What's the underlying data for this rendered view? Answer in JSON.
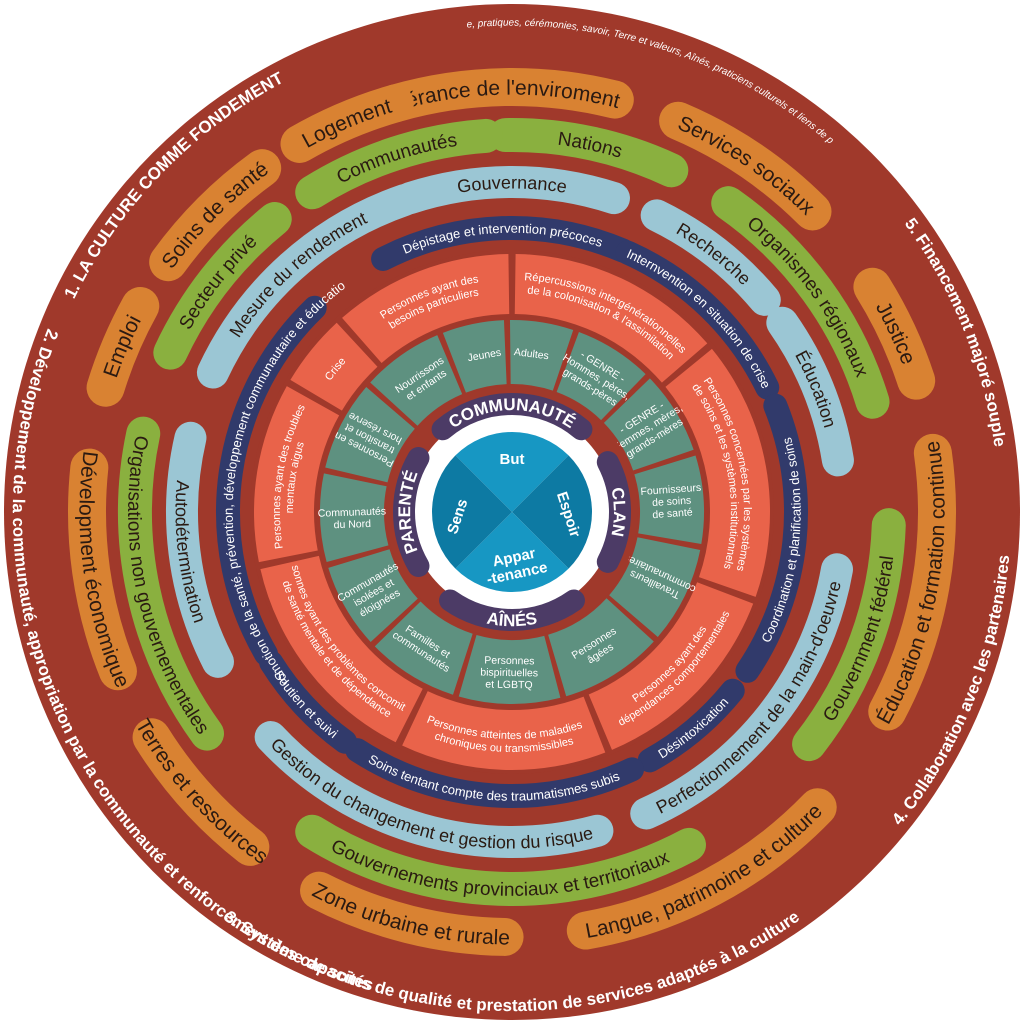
{
  "colors": {
    "background": "#ffffff",
    "outer_ring": "#a0392b",
    "ring_separator": "#b9533f",
    "orange_pill": "#d98232",
    "green_pill": "#8ab03f",
    "blue_pill": "#9bc6d4",
    "navy_pill": "#313a6b",
    "salmon": "#e9634a",
    "teal_cell": "#5e9180",
    "purple_band": "#4c3b66",
    "center": "#1797c3",
    "center_dark": "#0d7aa3",
    "pill_text_dark": "#2a1a12",
    "light_text": "#ffffff"
  },
  "outer_labels": [
    {
      "id": "principle-1",
      "text": "1. LA CULTURE COMME FONDEMENT",
      "angle": 314,
      "span": 70
    },
    {
      "id": "principle-1-note",
      "text": "(langue, pratiques, cérémonies, savoir, Terre et valeurs, Aînés, praticiens culturels et liens de parenté)",
      "angle": 18,
      "span": 46
    },
    {
      "id": "principle-2",
      "text": "2. Développement de la communauté, appropriation par la communauté et renforcement des capacités",
      "angle": 244,
      "span": 110
    },
    {
      "id": "principle-3",
      "text": "3. Système de soins de qualité et prestation de services adaptés à la culture",
      "angle": 180,
      "span": 92
    },
    {
      "id": "principle-4",
      "text": "4. Collaboration avec les partenaires",
      "angle": 112,
      "span": 40
    },
    {
      "id": "principle-5",
      "text": "5. Financement majoré souple",
      "angle": 68,
      "span": 32
    }
  ],
  "rings": [
    {
      "id": "outer-sectors",
      "items": [
        {
          "label": "Gérance de l'enviroment",
          "angle": 359,
          "span": 30,
          "color": "orange"
        },
        {
          "label": "Services sociaux",
          "angle": 34,
          "span": 22,
          "color": "orange"
        },
        {
          "label": "Justice",
          "angle": 65,
          "span": 14,
          "color": "orange"
        },
        {
          "label": "Éducation et formation continue",
          "angle": 100,
          "span": 36,
          "color": "orange"
        },
        {
          "label": "Langue, patrimoine et culture",
          "angle": 152,
          "span": 36,
          "color": "orange"
        },
        {
          "label": "Zone urbaine et rurale",
          "angle": 194,
          "span": 26,
          "color": "orange"
        },
        {
          "label": "Terres et ressources",
          "angle": 228,
          "span": 20,
          "color": "orange"
        },
        {
          "label": "Dévelopment économique",
          "angle": 262,
          "span": 28,
          "color": "orange"
        },
        {
          "label": "Emploi",
          "angle": 293,
          "span": 12,
          "color": "orange"
        },
        {
          "label": "Soins de santé",
          "angle": 315,
          "span": 18,
          "color": "orange"
        },
        {
          "label": "Logement",
          "angle": 337,
          "span": 14,
          "color": "orange"
        }
      ]
    },
    {
      "id": "governance-partners",
      "items": [
        {
          "label": "Nations",
          "angle": 12,
          "span": 26,
          "color": "green"
        },
        {
          "label": "Organismes régionaux",
          "angle": 54,
          "span": 38,
          "color": "green"
        },
        {
          "label": "Gouvernment fédéral",
          "angle": 110,
          "span": 36,
          "color": "green"
        },
        {
          "label": "Gouvernements provinciaux et territoriaux",
          "angle": 182,
          "span": 60,
          "color": "green"
        },
        {
          "label": "Organisations non gouvernementales",
          "angle": 258,
          "span": 48,
          "color": "green"
        },
        {
          "label": "Secteur privé",
          "angle": 308,
          "span": 26,
          "color": "green"
        },
        {
          "label": "Communautés",
          "angle": 342,
          "span": 28,
          "color": "green"
        }
      ]
    },
    {
      "id": "enablers",
      "items": [
        {
          "label": "Gouvernance",
          "angle": 0,
          "span": 36,
          "color": "blue"
        },
        {
          "label": "Recherche",
          "angle": 38,
          "span": 24,
          "color": "blue"
        },
        {
          "label": "Éducation",
          "angle": 68,
          "span": 26,
          "color": "blue"
        },
        {
          "label": "Perfectionnement de la main-d'oeuvre",
          "angle": 128,
          "span": 56,
          "color": "blue"
        },
        {
          "label": "Gestion du changement et gestion du risque",
          "angle": 196,
          "span": 62,
          "color": "blue"
        },
        {
          "label": "Autodétermination",
          "angle": 263,
          "span": 40,
          "color": "blue"
        },
        {
          "label": "Mesure du rendement",
          "angle": 318,
          "span": 46,
          "color": "blue"
        }
      ]
    },
    {
      "id": "continuum-of-care",
      "items": [
        {
          "label": "Dépistage et intervention précoces",
          "angle": 358,
          "span": 50,
          "color": "navy"
        },
        {
          "label": "Internvention en situation de crise",
          "angle": 44,
          "span": 40,
          "color": "navy"
        },
        {
          "label": "Coordination et planification de soins",
          "angle": 96,
          "span": 56,
          "color": "navy"
        },
        {
          "label": "Désintoxication",
          "angle": 140,
          "span": 22,
          "color": "navy"
        },
        {
          "label": "Soins tentant compte des traumatismes subis",
          "angle": 184,
          "span": 58,
          "color": "navy"
        },
        {
          "label": "Soutien et suivi",
          "angle": 227,
          "span": 22,
          "color": "navy"
        },
        {
          "label": "Promotion de la santé, prévention, développement communautaire et éducation",
          "angle": 278,
          "span": 76,
          "color": "navy"
        }
      ]
    }
  ],
  "salmon_segments": [
    {
      "lines": [
        "Répercussions intergénérationnelles",
        "de la colonisation & l'assimilation"
      ],
      "start": 0,
      "end": 50
    },
    {
      "lines": [
        "Personnes concernées par les systèmes",
        "de soins et les systèmes institutionnels"
      ],
      "start": 50,
      "end": 110
    },
    {
      "lines": [
        "Personnes ayant des",
        "dépendances comportementales"
      ],
      "start": 110,
      "end": 158
    },
    {
      "lines": [
        "Personnes atteintes de maladies",
        "chroniques ou transmissibles"
      ],
      "start": 158,
      "end": 206
    },
    {
      "lines": [
        "Personnes ayant des problèmes concomitants",
        "de santé mentale et de dépendance"
      ],
      "start": 206,
      "end": 258
    },
    {
      "lines": [
        "Personnes ayant des troubles",
        "mentaux aigus"
      ],
      "start": 258,
      "end": 300
    },
    {
      "lines": [
        "Crise"
      ],
      "start": 300,
      "end": 318
    },
    {
      "lines": [
        "Personnes ayant des",
        "besoins particuliers"
      ],
      "start": 318,
      "end": 360
    }
  ],
  "population_cells": [
    {
      "lines": [
        "Adultes"
      ],
      "angle": 7
    },
    {
      "lines": [
        "- GENRE -",
        "Hommes, pères,",
        "grands-pères"
      ],
      "angle": 32
    },
    {
      "lines": [
        "- GENRE -",
        "Femmes, mères,",
        "grands-mères"
      ],
      "angle": 58
    },
    {
      "lines": [
        "Fournisseurs",
        "de soins",
        "de santé"
      ],
      "angle": 86
    },
    {
      "lines": [
        "Travailleurs",
        "communautaires"
      ],
      "angle": 115
    },
    {
      "lines": [
        "Personnes",
        "âgées"
      ],
      "angle": 148
    },
    {
      "lines": [
        "Personnes",
        "bispirituelles",
        "et LGBTQ"
      ],
      "angle": 181
    },
    {
      "lines": [
        "Familles et",
        "communautés"
      ],
      "angle": 213
    },
    {
      "lines": [
        "Communautés",
        "isolées et",
        "éloignées"
      ],
      "angle": 240
    },
    {
      "lines": [
        "Communautés",
        "du Nord"
      ],
      "angle": 268
    },
    {
      "lines": [
        "Personnes en",
        "transition et",
        "hors réserve"
      ],
      "angle": 297
    },
    {
      "lines": [
        "Nourrissons",
        "et enfants"
      ],
      "angle": 326
    },
    {
      "lines": [
        "Jeunes"
      ],
      "angle": 350
    }
  ],
  "core_bands": [
    {
      "label": "COMMUNAUTÉ",
      "angle": 0,
      "span": 80
    },
    {
      "label": "CLAN",
      "angle": 90,
      "span": 55
    },
    {
      "label": "AÎNÉS",
      "angle": 180,
      "span": 70
    },
    {
      "label": "PARENTÉ",
      "angle": 270,
      "span": 60
    }
  ],
  "center": {
    "top": "But",
    "right": "Espoir",
    "bottom_line1": "Appar",
    "bottom_line2": "-tenance",
    "left": "Sens"
  }
}
